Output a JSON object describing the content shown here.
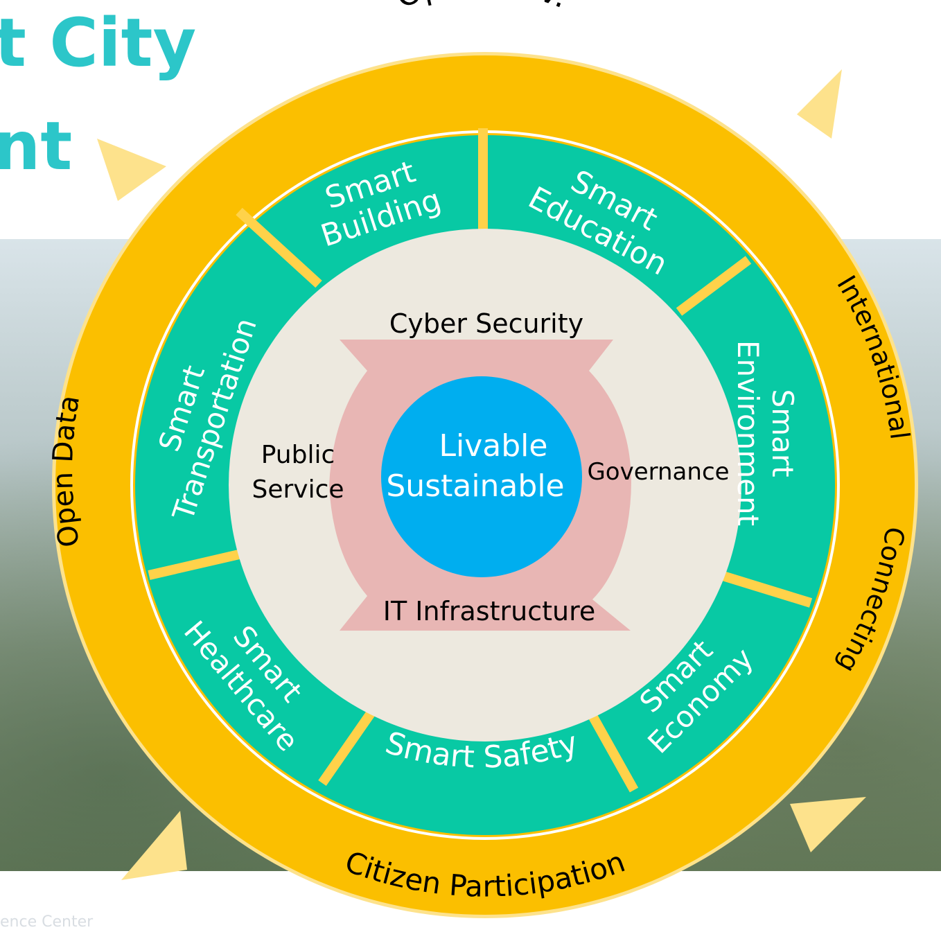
{
  "title": {
    "line1": "t City",
    "line2": "nt"
  },
  "footer": "ence Center",
  "colors": {
    "title": "#2cc6c9",
    "outer_ring": "#fbbf00",
    "arrows": "#fde28c",
    "segments": "#08c9a4",
    "dividers": "#ffd24a",
    "inner_disc": "#ede9df",
    "pink_band": "#e8b6b4",
    "core": "#00aeef"
  },
  "outer_ring": {
    "top": "Open Gov.",
    "right_upper": "International",
    "right_lower": "Connecting",
    "bottom": "Citizen Participation",
    "left": "Open Data"
  },
  "segments": {
    "building": [
      "Smart",
      "Building"
    ],
    "education": [
      "Smart",
      "Education"
    ],
    "environment": [
      "Smart",
      "Environment"
    ],
    "economy": [
      "Smart",
      "Economy"
    ],
    "safety": "Smart Safety",
    "healthcare": [
      "Smart",
      "Healthcare"
    ],
    "transportation": [
      "Smart",
      "Transportation"
    ]
  },
  "inner": {
    "cyber_security": "Cyber Security",
    "it_infrastructure": "IT Infrastructure",
    "public_service": [
      "Public",
      "Service"
    ],
    "governance": "Governance"
  },
  "core": {
    "line1": "Livable",
    "line2": "Sustainable"
  }
}
